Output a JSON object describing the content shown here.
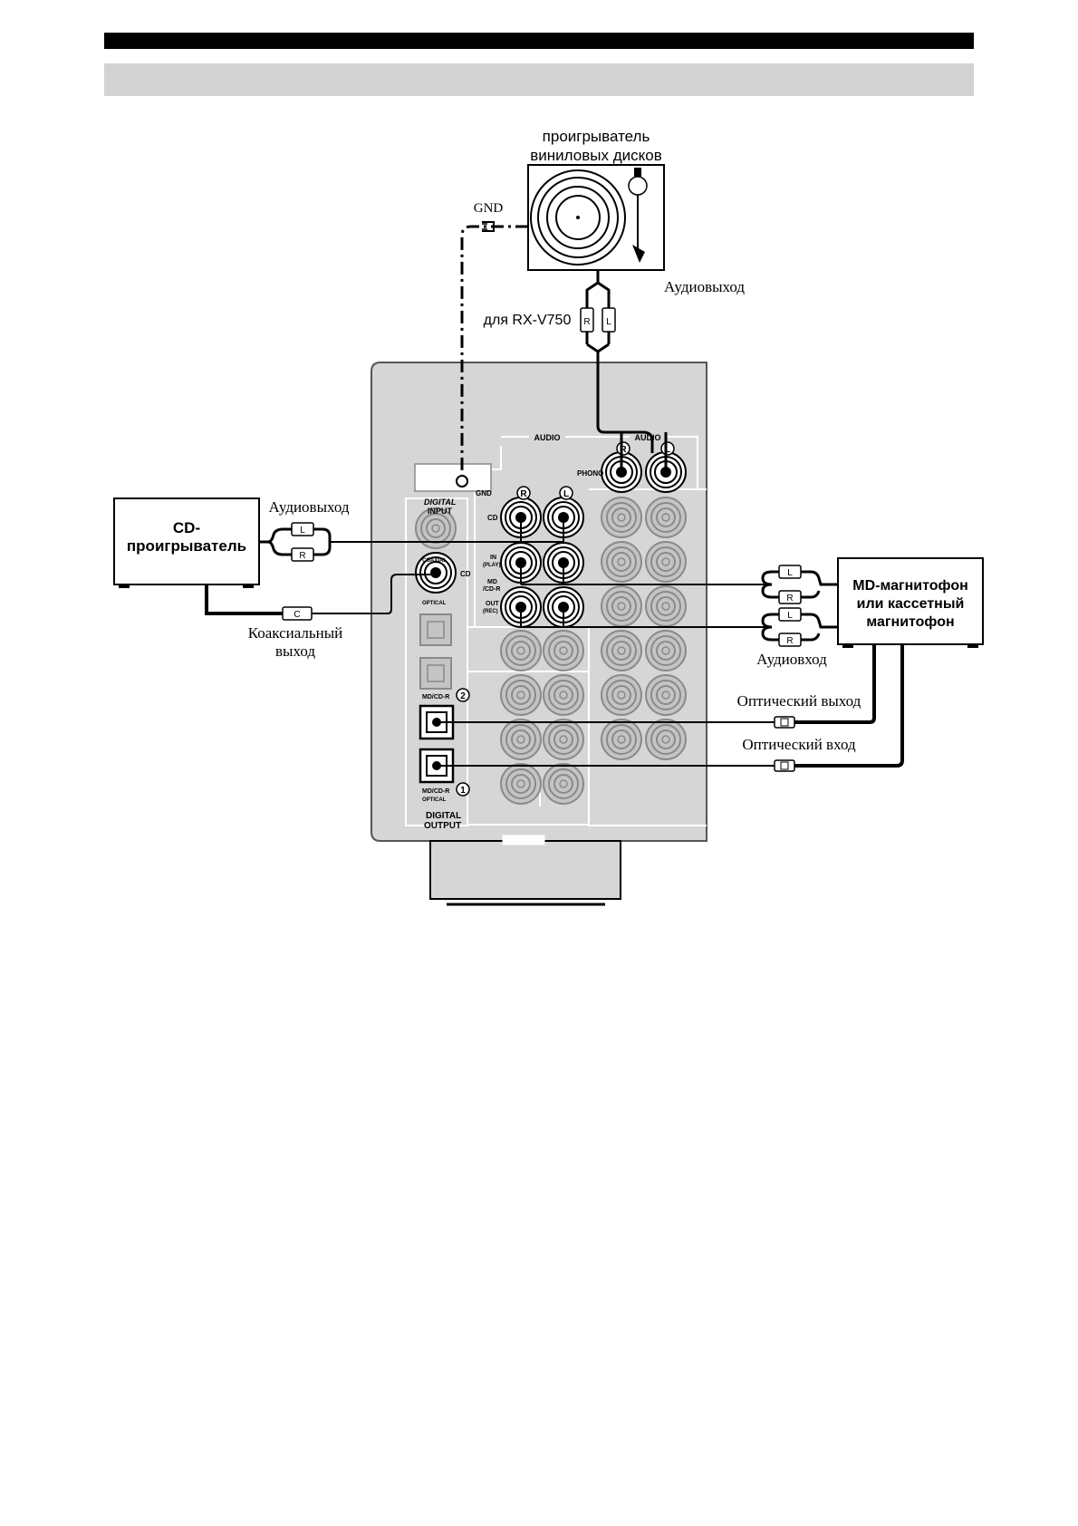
{
  "turntable": {
    "title_line1": "проигрыватель",
    "title_line2": "виниловых дисков"
  },
  "gnd_label": "GND",
  "turntable_audio_out": "Аудиовыход",
  "model_note": "для RX-V750",
  "plugs": {
    "right": "R",
    "left": "L",
    "coax": "C"
  },
  "cd_player": {
    "line1": "CD-",
    "line2": "проигрыватель"
  },
  "cd_audio_out": "Аудиовыход",
  "coax_out": {
    "line1": "Коаксиальный",
    "line2": "выход"
  },
  "md_deck": {
    "line1": "MD-магнитофон",
    "line2": "или кассетный",
    "line3": "магнитофон"
  },
  "md_audio_in": "Аудиовход",
  "optical_out": "Оптический выход",
  "optical_in": "Оптический вход",
  "panel": {
    "audio_left": "AUDIO",
    "audio_right": "AUDIO",
    "phono": "PHONO",
    "gnd": "GND",
    "digital_input_1": "DIGITAL",
    "digital_input_2": "INPUT",
    "coaxial": "COAXIAL",
    "cd_coax": "CD",
    "optical": "OPTICAL",
    "cd_row": "CD",
    "in_play_1": "IN",
    "in_play_2": "(PLAY)",
    "md_1": "MD",
    "md_2": "/CD-R",
    "out_rec_1": "OUT",
    "out_rec_2": "(REC)",
    "md_cdr_2": "MD/CD-R",
    "num_2": "2",
    "md_cdr_1": "MD/CD-R",
    "num_1": "1",
    "optical_out_label": "OPTICAL",
    "digital_output_1": "DIGITAL",
    "digital_output_2": "OUTPUT",
    "ch_r": "R",
    "ch_l": "L"
  }
}
